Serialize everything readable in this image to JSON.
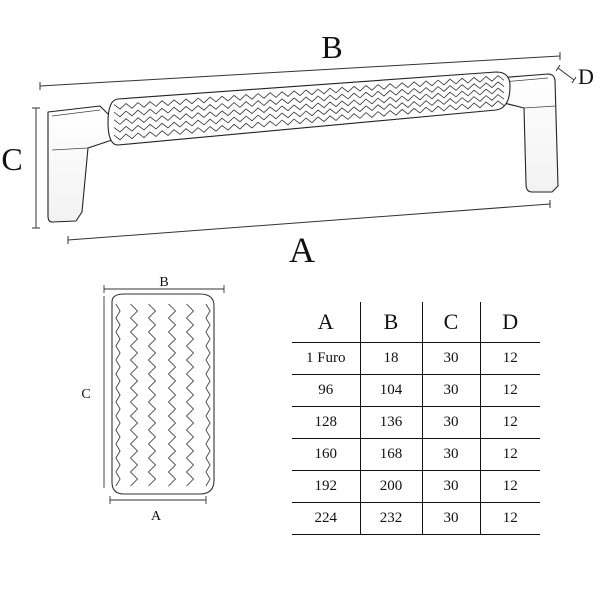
{
  "diagram": {
    "top_view": {
      "label_a": "A",
      "label_b": "B",
      "label_c": "C",
      "label_d": "D"
    },
    "cross_section": {
      "label_a": "A",
      "label_b": "B",
      "label_c": "C"
    }
  },
  "table": {
    "headers": [
      "A",
      "B",
      "C",
      "D"
    ],
    "rows": [
      [
        "1 Furo",
        "18",
        "30",
        "12"
      ],
      [
        "96",
        "104",
        "30",
        "12"
      ],
      [
        "128",
        "136",
        "30",
        "12"
      ],
      [
        "160",
        "168",
        "30",
        "12"
      ],
      [
        "192",
        "200",
        "30",
        "12"
      ],
      [
        "224",
        "232",
        "30",
        "12"
      ]
    ]
  }
}
